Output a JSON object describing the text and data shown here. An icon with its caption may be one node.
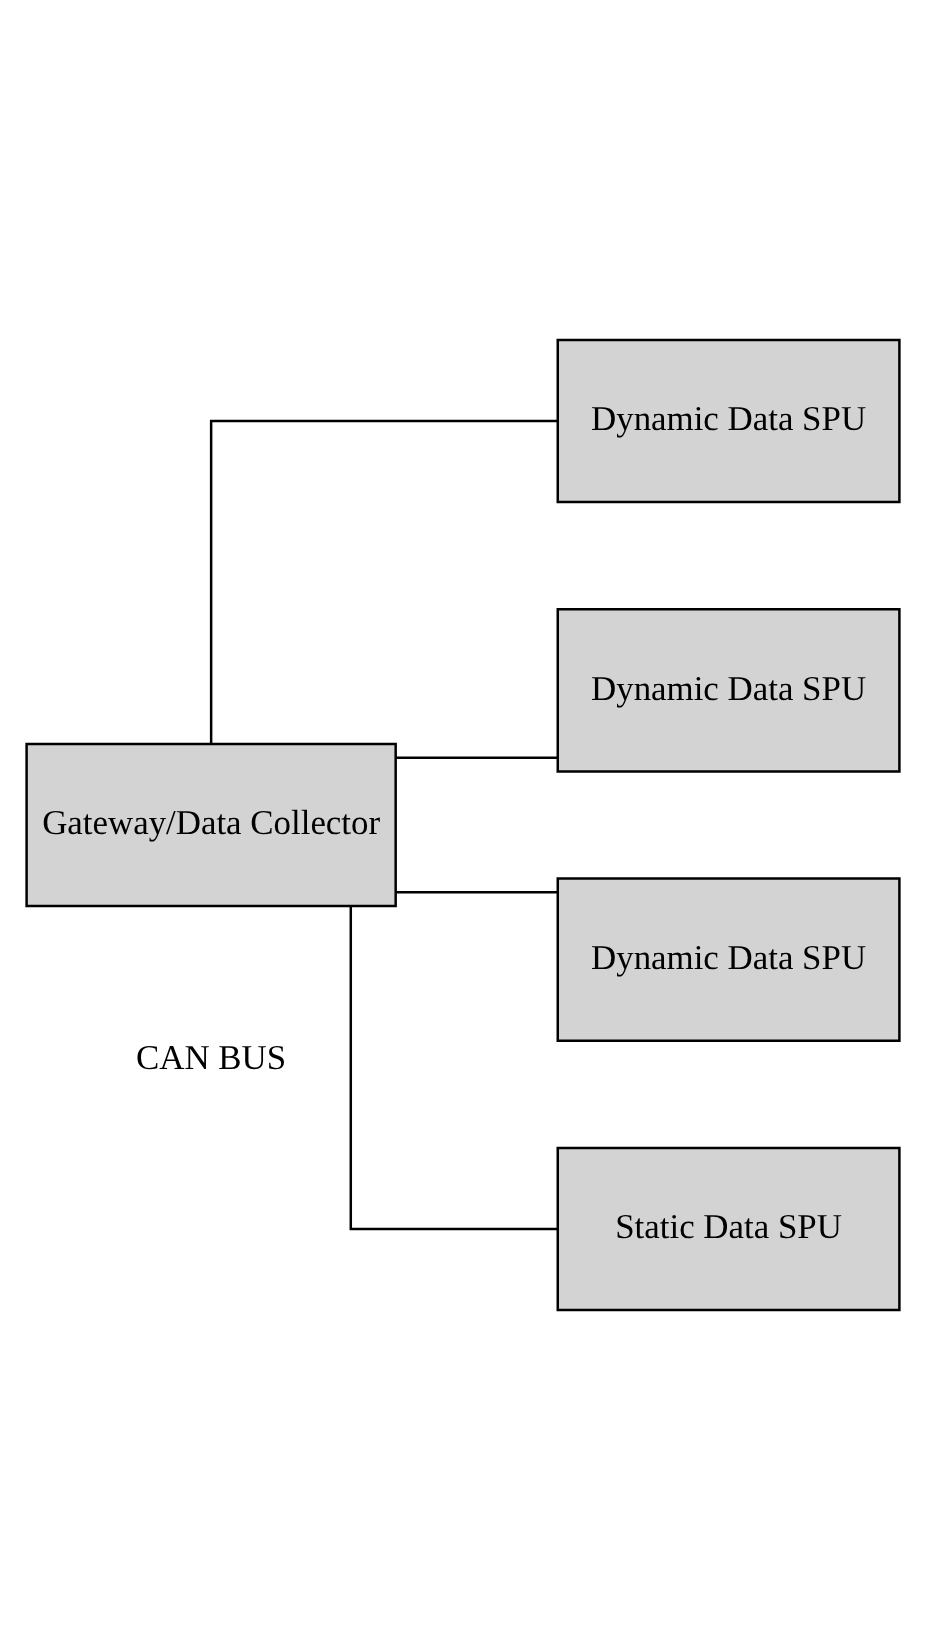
{
  "diagram": {
    "nodes": [
      {
        "text": [
          "Gateway/Data Collector"
        ]
      },
      {
        "text": [
          "Dynamic Data SPU"
        ]
      },
      {
        "text": [
          "Dynamic Data SPU"
        ]
      },
      {
        "text": [
          "Dynamic Data SPU"
        ]
      },
      {
        "text": [
          "Static Data SPU"
        ]
      }
    ],
    "edges": [
      {
        "from": 0,
        "to": 1,
        "arrow": "none"
      },
      {
        "from": 0,
        "to": 2,
        "arrow": "none"
      },
      {
        "from": 0,
        "to": 3,
        "arrow": "none"
      },
      {
        "from": 0,
        "to": 4,
        "arrow": "none"
      }
    ],
    "labels": [
      "CAN BUS"
    ]
  }
}
